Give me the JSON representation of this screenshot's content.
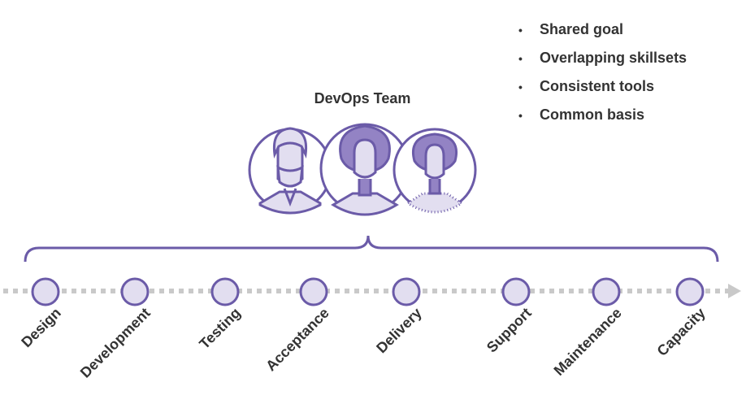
{
  "team_title": "DevOps Team",
  "traits": [
    "Shared goal",
    "Overlapping skillsets",
    "Consistent tools",
    "Common basis"
  ],
  "stages": [
    "Design",
    "Development",
    "Testing",
    "Acceptance",
    "Delivery",
    "Support",
    "Maintenance",
    "Capacity"
  ],
  "colors": {
    "accent": "#6b5ba8",
    "fill": "#e2def0",
    "hair": "#9383c4",
    "line": "#c9c9c9",
    "text": "#333333"
  }
}
